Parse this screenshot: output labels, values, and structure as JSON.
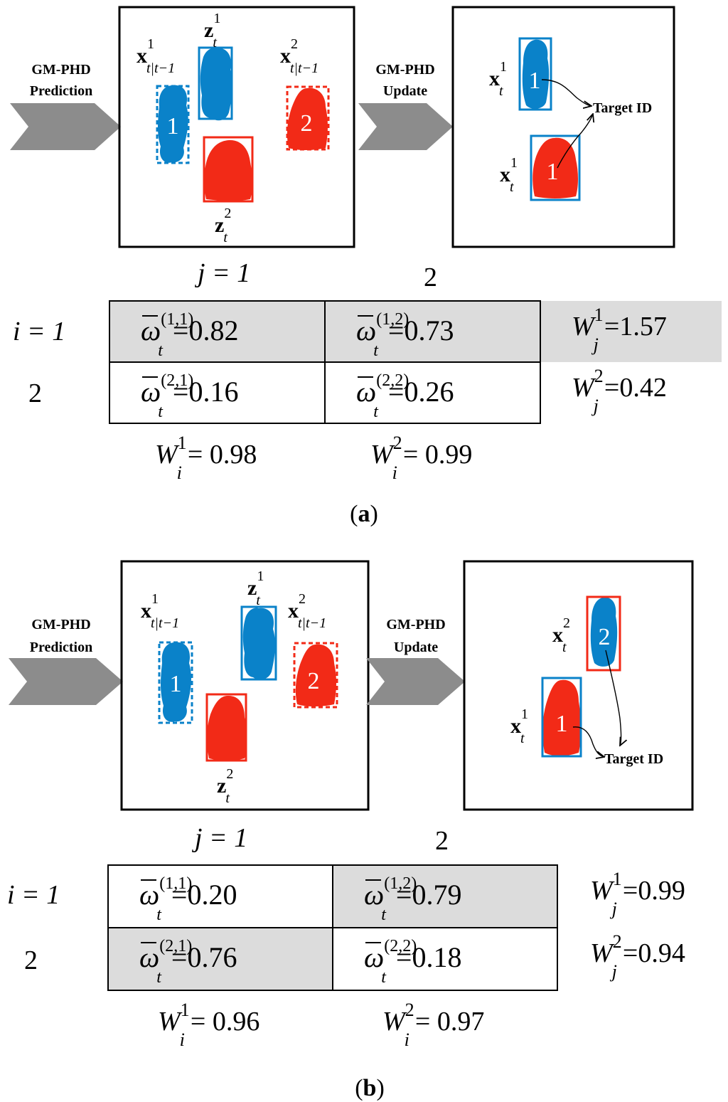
{
  "colors": {
    "blue": "#0A82C9",
    "red": "#F22A17",
    "arrow_gray": "#8C8C8C",
    "shade": "#DCDCDC",
    "ink": "#000000"
  },
  "panels": [
    {
      "caption_letter": "a",
      "prediction_arrow": {
        "line1": "GM-PHD",
        "line2": "Prediction"
      },
      "update_arrow": {
        "line1": "GM-PHD",
        "line2": "Update"
      },
      "prediction_box": {
        "blobs": [
          {
            "color": "blue",
            "box": "dashed",
            "id": "1",
            "label": "x",
            "sup": "1",
            "sub": "t|t−1"
          },
          {
            "color": "blue",
            "box": "solid",
            "id": "",
            "label": "z",
            "sup": "1",
            "sub": "t"
          },
          {
            "color": "red",
            "box": "solid",
            "id": "",
            "label": "z",
            "sup": "2",
            "sub": "t"
          },
          {
            "color": "red",
            "box": "dashed",
            "id": "2",
            "label": "x",
            "sup": "2",
            "sub": "t|t−1"
          }
        ]
      },
      "update_box": {
        "blobs": [
          {
            "color": "blue",
            "box_color": "blue",
            "id": "1",
            "label": "x",
            "sup": "1",
            "sub": "t"
          },
          {
            "color": "red",
            "box_color": "blue",
            "id": "1",
            "label": "x",
            "sup": "1",
            "sub": "t"
          }
        ],
        "target_label": "Target ID"
      },
      "j_labels": [
        "j = 1",
        "2"
      ],
      "i_labels": [
        "i = 1",
        "2"
      ],
      "table": [
        [
          {
            "sup": "(1,1)",
            "value": "=0.82",
            "shaded": true
          },
          {
            "sup": "(1,2)",
            "value": "=0.73",
            "shaded": true
          }
        ],
        [
          {
            "sup": "(2,1)",
            "value": "=0.16",
            "shaded": false
          },
          {
            "sup": "(2,2)",
            "value": "=0.26",
            "shaded": false
          }
        ]
      ],
      "row_sums": [
        {
          "sup": "1",
          "value": "=1.57",
          "shaded": true
        },
        {
          "sup": "2",
          "value": "=0.42",
          "shaded": false
        }
      ],
      "col_sums": [
        {
          "sup": "1",
          "value": "= 0.98"
        },
        {
          "sup": "2",
          "value": "= 0.99"
        }
      ]
    },
    {
      "caption_letter": "b",
      "prediction_arrow": {
        "line1": "GM-PHD",
        "line2": "Prediction"
      },
      "update_arrow": {
        "line1": "GM-PHD",
        "line2": "Update"
      },
      "prediction_box": {
        "blobs": [
          {
            "color": "blue",
            "box": "dashed",
            "id": "1",
            "label": "x",
            "sup": "1",
            "sub": "t|t−1"
          },
          {
            "color": "blue",
            "box": "solid",
            "id": "",
            "label": "z",
            "sup": "1",
            "sub": "t"
          },
          {
            "color": "red",
            "box": "solid",
            "id": "",
            "label": "z",
            "sup": "2",
            "sub": "t"
          },
          {
            "color": "red",
            "box": "dashed",
            "id": "2",
            "label": "x",
            "sup": "2",
            "sub": "t|t−1"
          }
        ]
      },
      "update_box": {
        "blobs": [
          {
            "color": "blue",
            "box_color": "red",
            "id": "2",
            "label": "x",
            "sup": "2",
            "sub": "t"
          },
          {
            "color": "red",
            "box_color": "blue",
            "id": "1",
            "label": "x",
            "sup": "1",
            "sub": "t"
          }
        ],
        "target_label": "Target ID"
      },
      "j_labels": [
        "j = 1",
        "2"
      ],
      "i_labels": [
        "i = 1",
        "2"
      ],
      "table": [
        [
          {
            "sup": "(1,1)",
            "value": "=0.20",
            "shaded": false
          },
          {
            "sup": "(1,2)",
            "value": "=0.79",
            "shaded": true
          }
        ],
        [
          {
            "sup": "(2,1)",
            "value": "=0.76",
            "shaded": true
          },
          {
            "sup": "(2,2)",
            "value": "=0.18",
            "shaded": false
          }
        ]
      ],
      "row_sums": [
        {
          "sup": "1",
          "value": "=0.99",
          "shaded": false
        },
        {
          "sup": "2",
          "value": "=0.94",
          "shaded": false
        }
      ],
      "col_sums": [
        {
          "sup": "1",
          "value": "= 0.96"
        },
        {
          "sup": "2",
          "value": "= 0.97"
        }
      ]
    }
  ]
}
